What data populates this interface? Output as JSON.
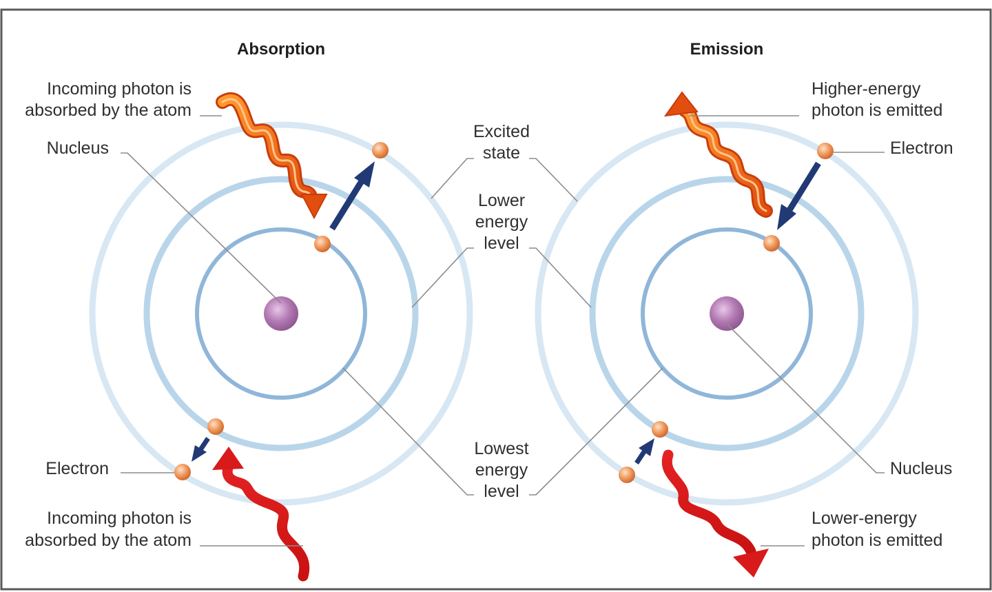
{
  "titles": {
    "left": "Absorption",
    "right": "Emission"
  },
  "left": {
    "top_photon": [
      "Incoming photon is",
      "absorbed by the atom"
    ],
    "nucleus": "Nucleus",
    "electron": "Electron",
    "bottom_photon": [
      "Incoming photon is",
      "absorbed by the atom"
    ]
  },
  "center": {
    "excited": [
      "Excited",
      "state"
    ],
    "lower": [
      "Lower",
      "energy",
      "level"
    ],
    "lowest": [
      "Lowest",
      "energy",
      "level"
    ]
  },
  "right": {
    "top_photon": [
      "Higher-energy",
      "photon is emitted"
    ],
    "electron": "Electron",
    "nucleus": "Nucleus",
    "bottom_photon": [
      "Lower-energy",
      "photon is emitted"
    ]
  },
  "colors": {
    "border": "#5a5a5a",
    "orbit_outer": "#d7e7f3",
    "orbit_middle": "#b9d5ea",
    "orbit_inner": "#90b6d9",
    "nucleus": "#a86aa8",
    "electron": "#e8894c",
    "arrow": "#213a76",
    "photon_high": "#f07a1e",
    "photon_low": "#d81a1a"
  }
}
